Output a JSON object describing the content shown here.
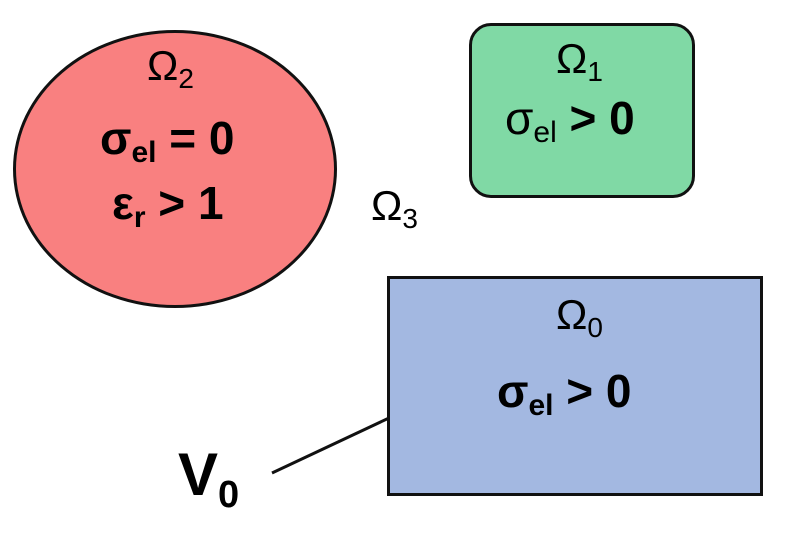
{
  "colors": {
    "omega2_fill": "#f98080",
    "omega1_fill": "#80d9a5",
    "omega0_fill": "#a3b8e1",
    "border": "#111111"
  },
  "regions": {
    "omega2": {
      "symbol": "Ω",
      "subscript": "2",
      "sigma": "σ",
      "sigma_sub": "el",
      "sigma_rel": " = 0",
      "epsilon": "ε",
      "epsilon_sub": "r",
      "epsilon_rel": " > 1"
    },
    "omega1": {
      "symbol": "Ω",
      "subscript": "1",
      "sigma": "σ",
      "sigma_sub": "el",
      "sigma_rel": " > 0"
    },
    "omega3": {
      "symbol": "Ω",
      "subscript": "3"
    },
    "omega0": {
      "symbol": "Ω",
      "subscript": "0",
      "sigma": "σ",
      "sigma_sub": "el",
      "sigma_rel": " > 0"
    }
  },
  "terminal": {
    "symbol": "V",
    "subscript": "0"
  }
}
